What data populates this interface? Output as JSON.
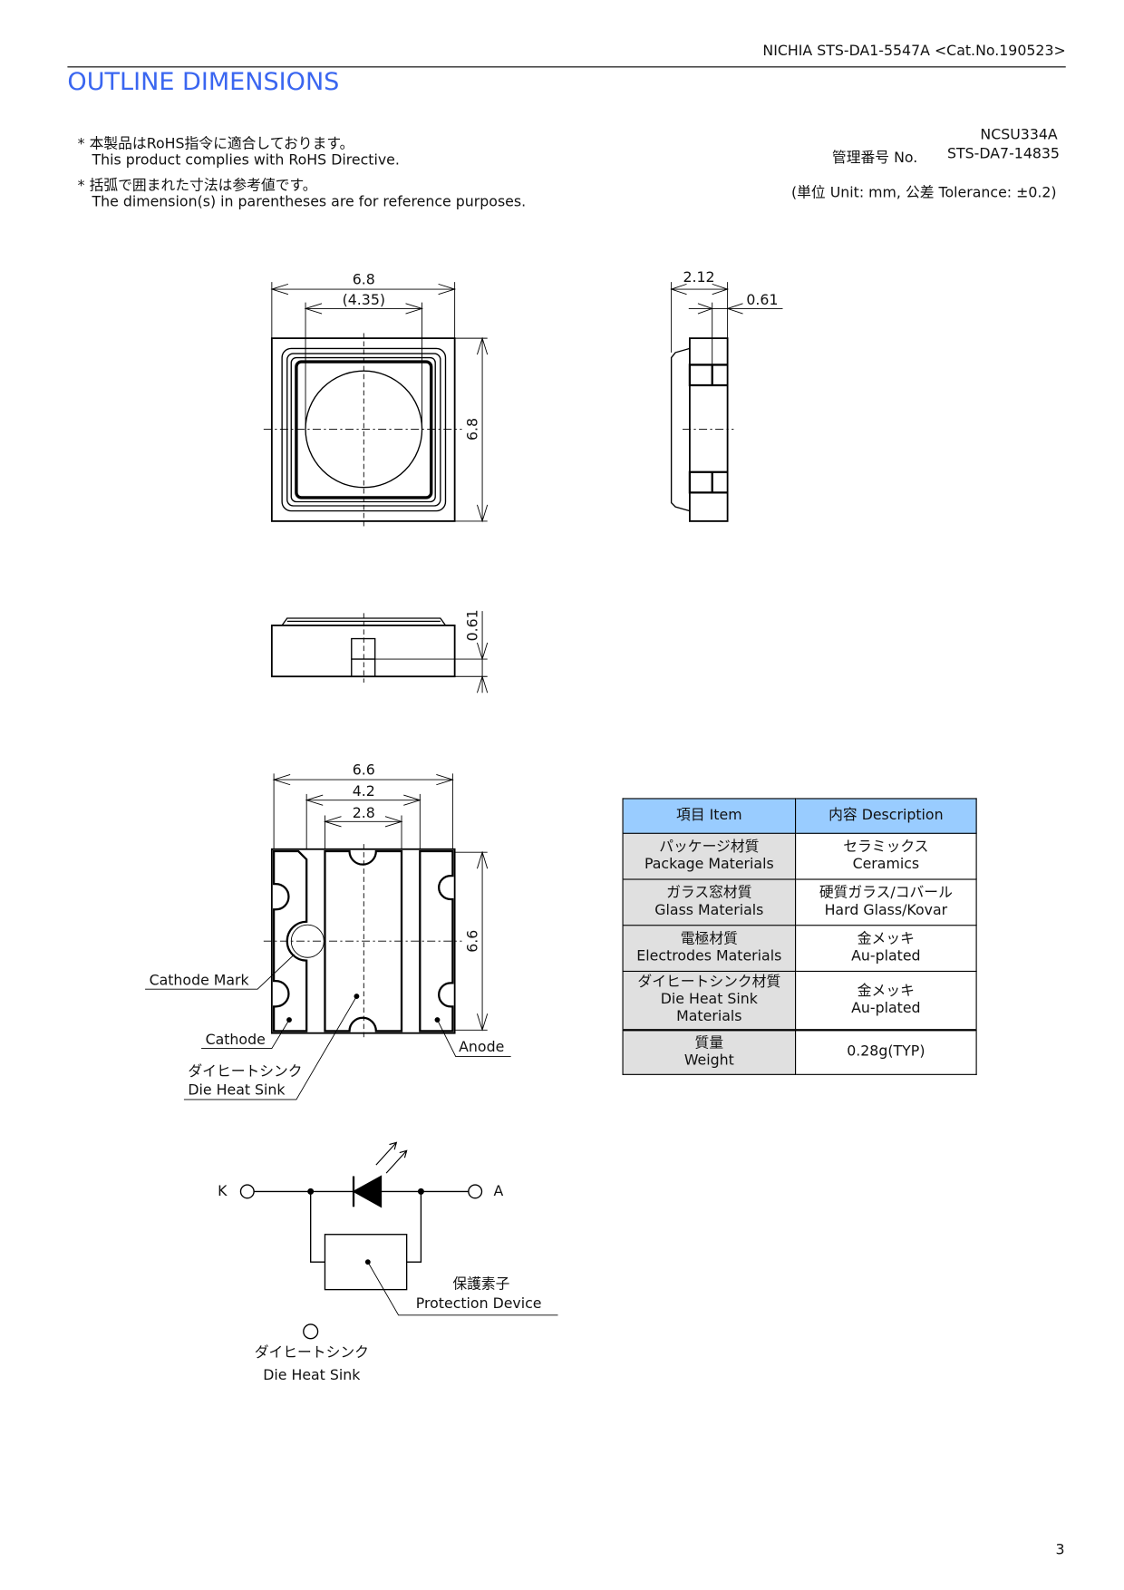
{
  "header": {
    "doc_id": "NICHIA STS-DA1-5547A <Cat.No.190523>",
    "title": "OUTLINE DIMENSIONS"
  },
  "notes": [
    {
      "jp": "* 本製品はRoHS指令に適合しております。",
      "en": "This product complies with RoHS Directive."
    },
    {
      "jp": "* 括弧で囲まれた寸法は参考値です。",
      "en": "The dimension(s) in parentheses are for reference purposes."
    }
  ],
  "part": {
    "model": "NCSU334A",
    "mgmt_label": "管理番号 No.",
    "mgmt_no": "STS-DA7-14835",
    "units": "(単位 Unit: mm,  公差 Tolerance: ±0.2)"
  },
  "dims": {
    "top_width": "6.8",
    "top_lens": "(4.35)",
    "top_height": "6.8",
    "side_depth": "2.12",
    "side_pad": "0.61",
    "front_pad": "0.61",
    "bottom_width": "6.6",
    "bottom_inner": "4.2",
    "bottom_center": "2.8",
    "bottom_height": "6.6"
  },
  "labels": {
    "cathode_mark": "Cathode Mark",
    "cathode": "Cathode",
    "die_jp": "ダイヒートシンク",
    "die_en": "Die Heat Sink",
    "anode": "Anode"
  },
  "circuit": {
    "k": "K",
    "a": "A",
    "prot_jp": "保護素子",
    "prot_en": "Protection Device",
    "die_jp": "ダイヒートシンク",
    "die_en": "Die Heat Sink"
  },
  "table": {
    "headers": [
      "項目 Item",
      "内容 Description"
    ],
    "rows": [
      {
        "item_jp": "パッケージ材質",
        "item_en": "Package Materials",
        "desc_jp": "セラミックス",
        "desc_en": "Ceramics"
      },
      {
        "item_jp": "ガラス窓材質",
        "item_en": "Glass Materials",
        "desc_jp": "硬質ガラス/コバール",
        "desc_en": "Hard Glass/Kovar"
      },
      {
        "item_jp": "電極材質",
        "item_en": "Electrodes Materials",
        "desc_jp": "金メッキ",
        "desc_en": "Au-plated"
      },
      {
        "item_jp": "ダイヒートシンク材質",
        "item_en": "Die Heat Sink Materials",
        "desc_jp": "金メッキ",
        "desc_en": "Au-plated"
      },
      {
        "item_jp": "質量",
        "item_en": "Weight",
        "desc_jp": "",
        "desc_en": "0.28g(TYP)"
      }
    ],
    "colors": {
      "header_bg": "#99ccff",
      "item_bg": "#e0e0e0"
    }
  },
  "page_number": "3"
}
